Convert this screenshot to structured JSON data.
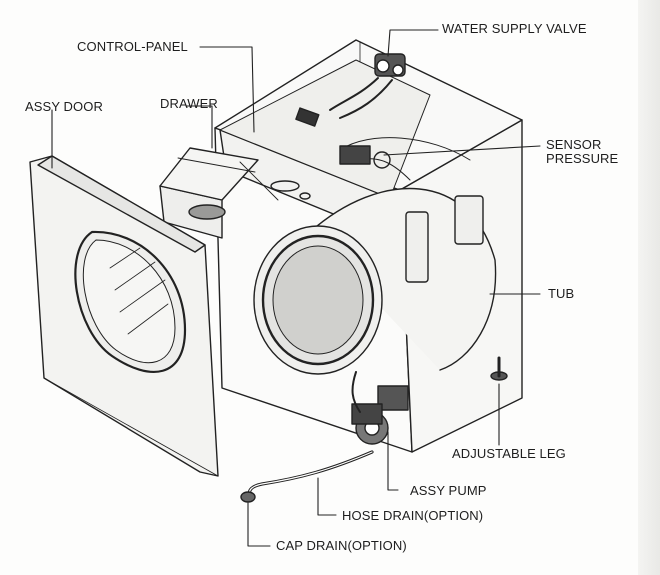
{
  "labels": {
    "water_supply_valve": "WATER SUPPLY VALVE",
    "control_panel": "CONTROL-PANEL",
    "assy_door": "ASSY DOOR",
    "drawer": "DRAWER",
    "sensor_pressure_1": "SENSOR",
    "sensor_pressure_2": "PRESSURE",
    "tub": "TUB",
    "adjustable_leg": "ADJUSTABLE LEG",
    "assy_pump": "ASSY PUMP",
    "hose_drain": "HOSE DRAIN(OPTION)",
    "cap_drain": "CAP DRAIN(OPTION)"
  },
  "colors": {
    "ink": "#1e1e1e",
    "paper": "#fdfdfc"
  }
}
